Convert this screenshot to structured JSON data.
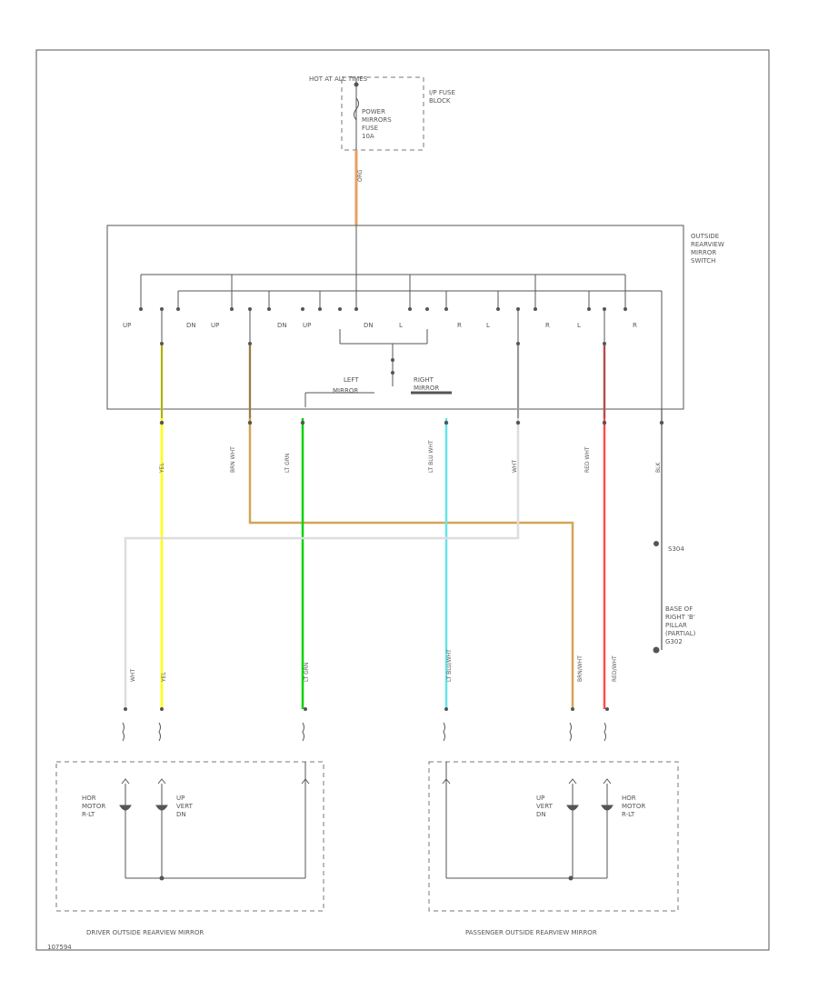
{
  "fuse_block": {
    "hot_label": "HOT AT ALL TIMES",
    "block_label": [
      "I/P FUSE",
      "BLOCK"
    ],
    "fuse_label": [
      "POWER",
      "MIRRORS",
      "FUSE",
      "10A"
    ]
  },
  "switch": {
    "name": [
      "OUTSIDE",
      "REARVIEW",
      "MIRROR",
      "SWITCH"
    ],
    "contact_labels": [
      "UP",
      "DN",
      "UP",
      "DN",
      "UP",
      "DN",
      "L",
      "R",
      "L",
      "R",
      "L",
      "R"
    ],
    "selector_left": [
      "LEFT",
      "MIRROR"
    ],
    "selector_right": [
      "RIGHT",
      "MIRROR"
    ],
    "input_wire": "ORG"
  },
  "wires": [
    {
      "id": "w1",
      "label": "YEL",
      "color": "#ffff00",
      "lower_label": "YEL"
    },
    {
      "id": "w2",
      "label": "BRN WHT",
      "color": "#d4a556",
      "lower_label": "BRN/WHT"
    },
    {
      "id": "w3",
      "label": "LT GRN",
      "color": "#00d400",
      "lower_label": "LT GRN"
    },
    {
      "id": "w4",
      "label": "LT BLU WHT",
      "color": "#66e6e6",
      "lower_label": "LT BLU/WHT"
    },
    {
      "id": "w5",
      "label": "WHT",
      "color": "#dddddd",
      "lower_label": "WHT"
    },
    {
      "id": "w6",
      "label": "RED WHT",
      "color": "#ff4d4d",
      "lower_label": "RED/WHT"
    },
    {
      "id": "w7",
      "label": "BLK",
      "color": "#555555",
      "lower_label": "BLK"
    }
  ],
  "ground": {
    "splice": "S304",
    "label": [
      "BASE OF",
      "RIGHT 'B'",
      "PILLAR",
      "(PARTIAL)",
      "G302"
    ]
  },
  "driver_mirror": {
    "name": "DRIVER OUTSIDE REARVIEW MIRROR",
    "motor1": [
      "HOR",
      "MOTOR",
      "R-LT"
    ],
    "motor2": [
      "UP",
      "VERT",
      "DN"
    ]
  },
  "passenger_mirror": {
    "name": "PASSENGER OUTSIDE REARVIEW MIRROR",
    "motor1": [
      "UP",
      "VERT",
      "DN"
    ],
    "motor2": [
      "HOR",
      "MOTOR",
      "R-LT"
    ]
  },
  "footer_code": "107594",
  "colors": {
    "orange": "#e8a060",
    "yellow": "#ffff00",
    "brown": "#d4a556",
    "green": "#00d400",
    "cyan": "#66e6e6",
    "white": "#dddddd",
    "red": "#ff4d4d",
    "black": "#555555"
  }
}
